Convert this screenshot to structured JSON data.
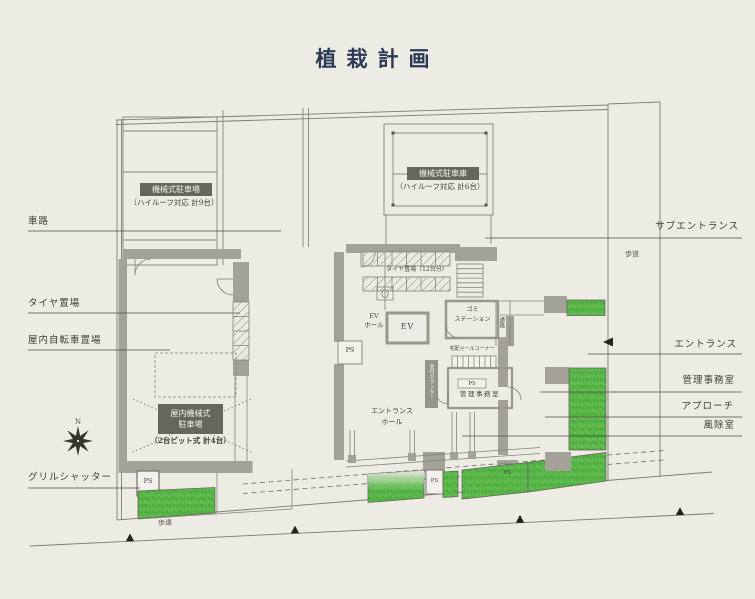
{
  "title": "植栽計画",
  "compass_north": "N",
  "callouts": {
    "left": [
      "車路",
      "タイヤ置場",
      "屋内自転車置場",
      "グリルシャッター"
    ],
    "right": [
      "サブエントランス",
      "エントランス",
      "管理事務室",
      "アプローチ",
      "風除室"
    ]
  },
  "sidewalk": {
    "top_right": "歩道",
    "bottom_left": "歩道"
  },
  "parking": {
    "tower_name": "機械式駐車場",
    "tower_capacity": "（ハイルーフ対応 計9台）",
    "garage_name": "機械式駐車庫",
    "garage_capacity": "（ハイルーフ対応 計6台）",
    "pit_name_line1": "屋内機械式",
    "pit_name_line2": "駐車場",
    "pit_capacity": "（2台ピット式 計4台）"
  },
  "rooms": {
    "tire_storage": "タイヤ置場（12台分）",
    "ev_hall_line1": "EV",
    "ev_hall_line2": "ホール",
    "elevator": "EV",
    "garbage_line1": "ゴミ",
    "garbage_line2": "ステーション",
    "corridor": "通路",
    "mail_corner": "宅配メールコーナー",
    "reception_counter": "受付カウンター",
    "office": "管理事務室",
    "ps": "PS",
    "entrance_hall_line1": "エントランス",
    "entrance_hall_line2": "ホール"
  },
  "colors": {
    "paper": "#ecebe4",
    "title": "#2d3a56",
    "plant_green": "#58b648",
    "wall_gray": "#a3a198",
    "label_box": "#66655e"
  }
}
